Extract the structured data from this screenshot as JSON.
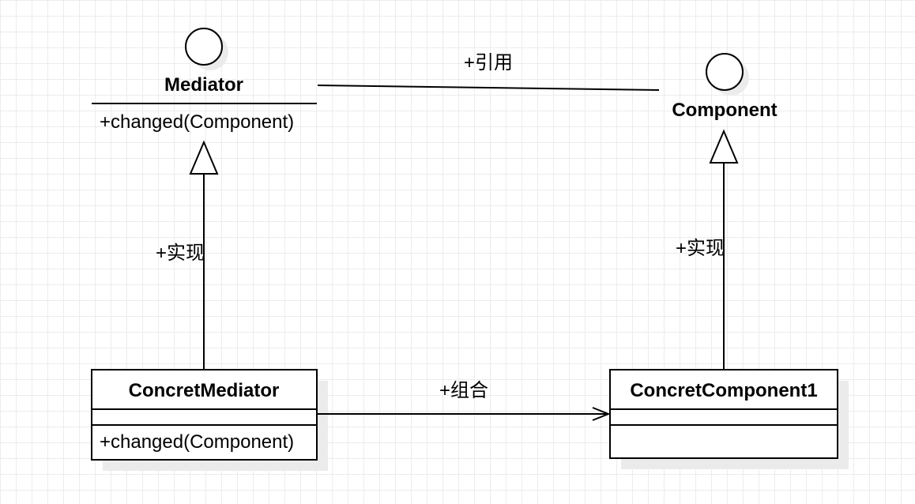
{
  "diagram": {
    "interfaces": {
      "mediator": {
        "name": "Mediator",
        "method": "+changed(Component)"
      },
      "component": {
        "name": "Component"
      }
    },
    "classes": {
      "concrete_mediator": {
        "name": "ConcretMediator",
        "method": "+changed(Component)"
      },
      "concrete_component": {
        "name": "ConcretComponent1"
      }
    },
    "edges": {
      "reference_label": "+引用",
      "mediator_realization_label": "+实现",
      "component_realization_label": "+实现",
      "composition_label": "+组合"
    }
  }
}
